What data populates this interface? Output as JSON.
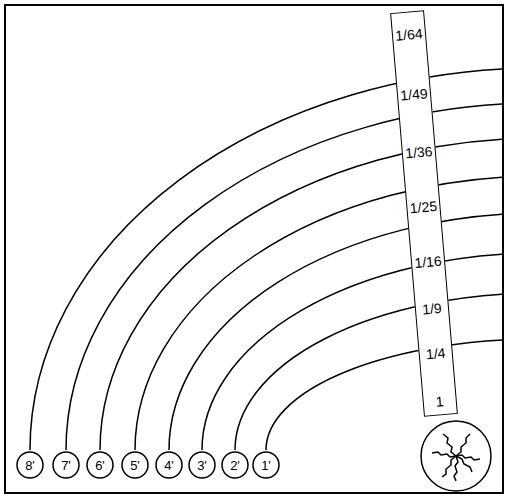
{
  "diagram": {
    "nodes": [
      {
        "text": [
          "8'"
        ]
      },
      {
        "text": [
          "7'"
        ]
      },
      {
        "text": [
          "6'"
        ]
      },
      {
        "text": [
          "5'"
        ]
      },
      {
        "text": [
          "4'"
        ]
      },
      {
        "text": [
          "3'"
        ]
      },
      {
        "text": [
          "2'"
        ]
      },
      {
        "text": [
          "1'"
        ]
      },
      {
        "text": [
          "1/64",
          "1/49",
          "1/36",
          "1/25",
          "1/16",
          "1/9",
          "1/4",
          "1"
        ]
      }
    ]
  }
}
